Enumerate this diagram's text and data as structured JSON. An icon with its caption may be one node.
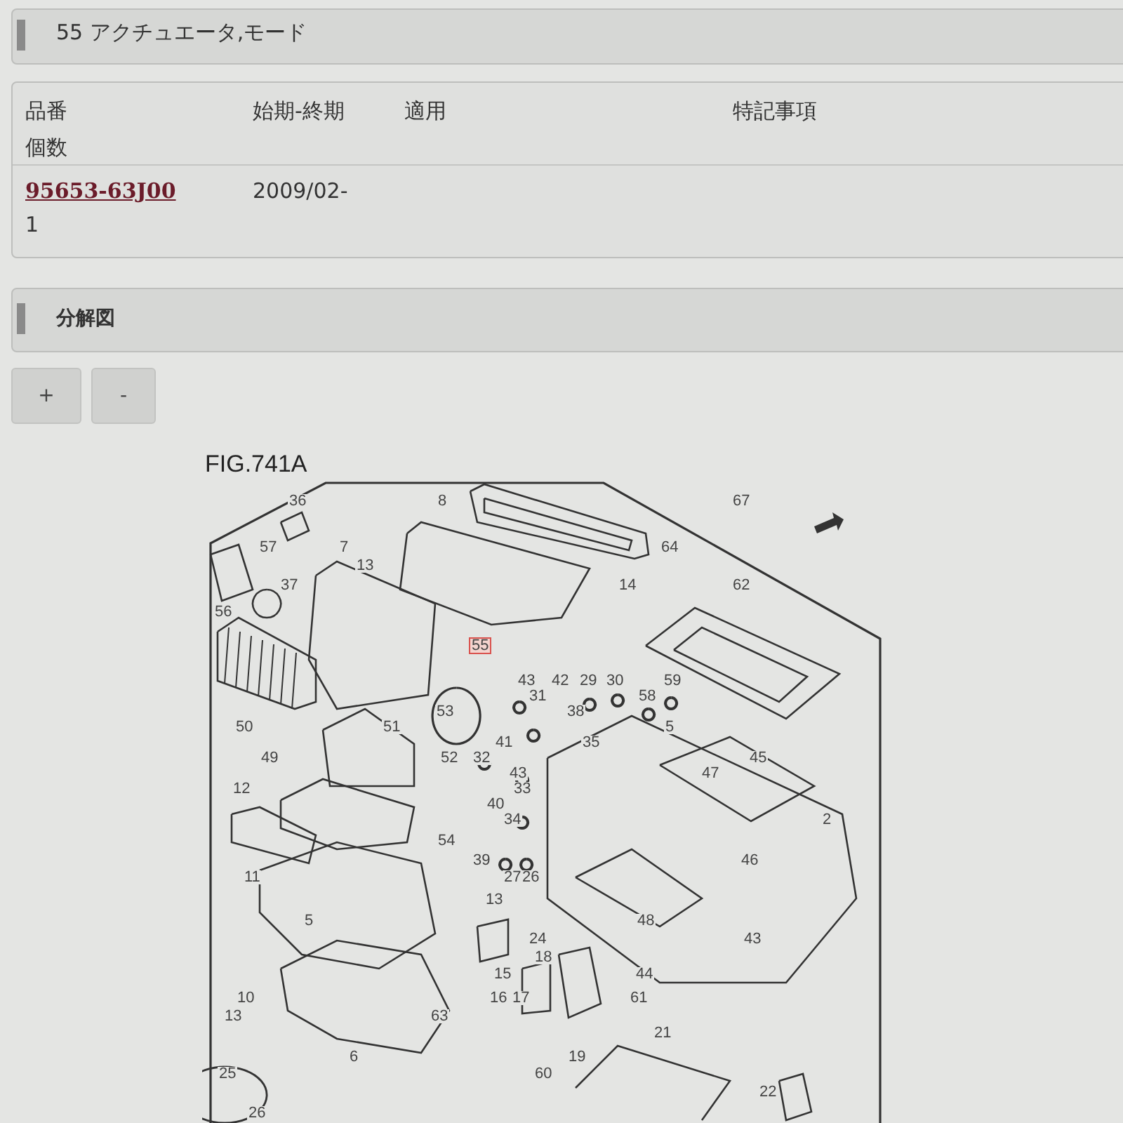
{
  "diagram": {
    "title": "55 アクチュエータ,モード",
    "labels": [
      "品番",
      "始期-終期",
      "適用",
      "特記事項",
      "個数",
      "95653-63J00",
      "2009/02-",
      "1",
      "分解図",
      "+",
      "-",
      "FIG.741A",
      "36",
      "8",
      "67",
      "57",
      "7",
      "64",
      "13",
      "37",
      "14",
      "62",
      "56",
      "55",
      "43",
      "42",
      "29",
      "30",
      "59",
      "31",
      "58",
      "53",
      "38",
      "50",
      "51",
      "5",
      "41",
      "35",
      "49",
      "52",
      "32",
      "45",
      "43",
      "47",
      "12",
      "33",
      "40",
      "34",
      "2",
      "54",
      "39",
      "46",
      "11",
      "27",
      "26",
      "13",
      "5",
      "48",
      "24",
      "43",
      "18",
      "15",
      "44",
      "10",
      "16",
      "17",
      "61",
      "13",
      "63",
      "21",
      "6",
      "19",
      "25",
      "60",
      "22",
      "26"
    ]
  }
}
